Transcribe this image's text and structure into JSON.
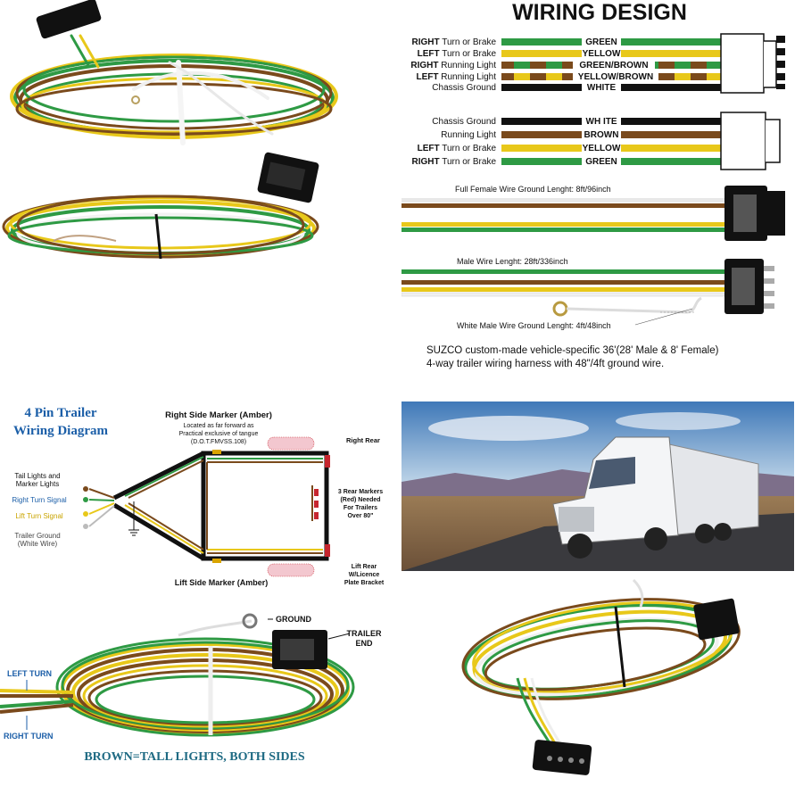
{
  "wiring_design": {
    "title": "WIRING DESIGN",
    "male_rows": [
      {
        "prefix": "RIGHT",
        "rest": " Turn or Brake",
        "color_name": "GREEN"
      },
      {
        "prefix": "LEFT",
        "rest": " Turn or Brake",
        "color_name": "YELLOW"
      },
      {
        "prefix": "RIGHT",
        "rest": " Running Light",
        "color_name": "GREEN/BROWN"
      },
      {
        "prefix": "LEFT",
        "rest": " Running Light",
        "color_name": "YELLOW/BROWN"
      },
      {
        "prefix": "",
        "rest": "Chassis Ground",
        "color_name": "WHITE"
      }
    ],
    "female_rows": [
      {
        "prefix": "",
        "rest": "Chassis Ground",
        "color_name": "WH ITE"
      },
      {
        "prefix": "",
        "rest": "Running Light",
        "color_name": "BROWN"
      },
      {
        "prefix": "LEFT",
        "rest": " Turn or Brake",
        "color_name": "YELLOW"
      },
      {
        "prefix": "RIGHT",
        "rest": " Turn or Brake",
        "color_name": "GREEN"
      }
    ],
    "female_length": "Full Female Wire Ground Lenght: 8ft/96inch",
    "male_length": "Male Wire Lenght: 28ft/336inch",
    "ground_length": "White Male Wire Ground Lenght: 4ft/48inch",
    "description_1": "SUZCO custom-made vehicle-specific 36'(28' Male & 8' Female)",
    "description_2": "4-way trailer wiring harness with 48\"/4ft ground wire."
  },
  "trailer_diagram": {
    "title_1": "4 Pin Trailer",
    "title_2": "Wiring Diagram",
    "right_marker_title": "Right Side Marker (Amber)",
    "right_marker_note_1": "Located as far forward as",
    "right_marker_note_2": "Practical exclusive of tangue",
    "right_marker_note_3": "(D.O.T.FMVSS.108)",
    "right_rear": "Right Rear",
    "rear_markers_1": "3 Rear Markers",
    "rear_markers_2": "(Red) Needed",
    "rear_markers_3": "For Trailers",
    "rear_markers_4": "Over 80\"",
    "tail_lights_1": "Tail Lights and",
    "tail_lights_2": "Marker Lights",
    "right_turn": "Right Turn Signal",
    "left_turn": "Lift Turn Signal",
    "ground_1": "Trailer Ground",
    "ground_2": "(White Wire)",
    "left_marker": "Lift Side Marker (Amber)",
    "left_rear_1": "Lift Rear",
    "left_rear_2": "W/Licence",
    "left_rear_3": "Plate Bracket"
  },
  "harness_photo": {
    "ground": "GROUND",
    "trailer_end_1": "TRAILER",
    "trailer_end_2": "END",
    "left_turn": "LEFT TURN",
    "right_turn": "RIGHT TURN",
    "caption": "BROWN=TALL LIGHTS, BOTH SIDES"
  },
  "colors": {
    "green": "#2e9a44",
    "yellow": "#e8c81a",
    "brown": "#7a4a1c",
    "white": "#f2f2f2",
    "black": "#111111",
    "title_blue": "#1c5fa8",
    "caption_teal": "#1e6a83",
    "amber": "#d9a400",
    "red": "#c6262e"
  }
}
